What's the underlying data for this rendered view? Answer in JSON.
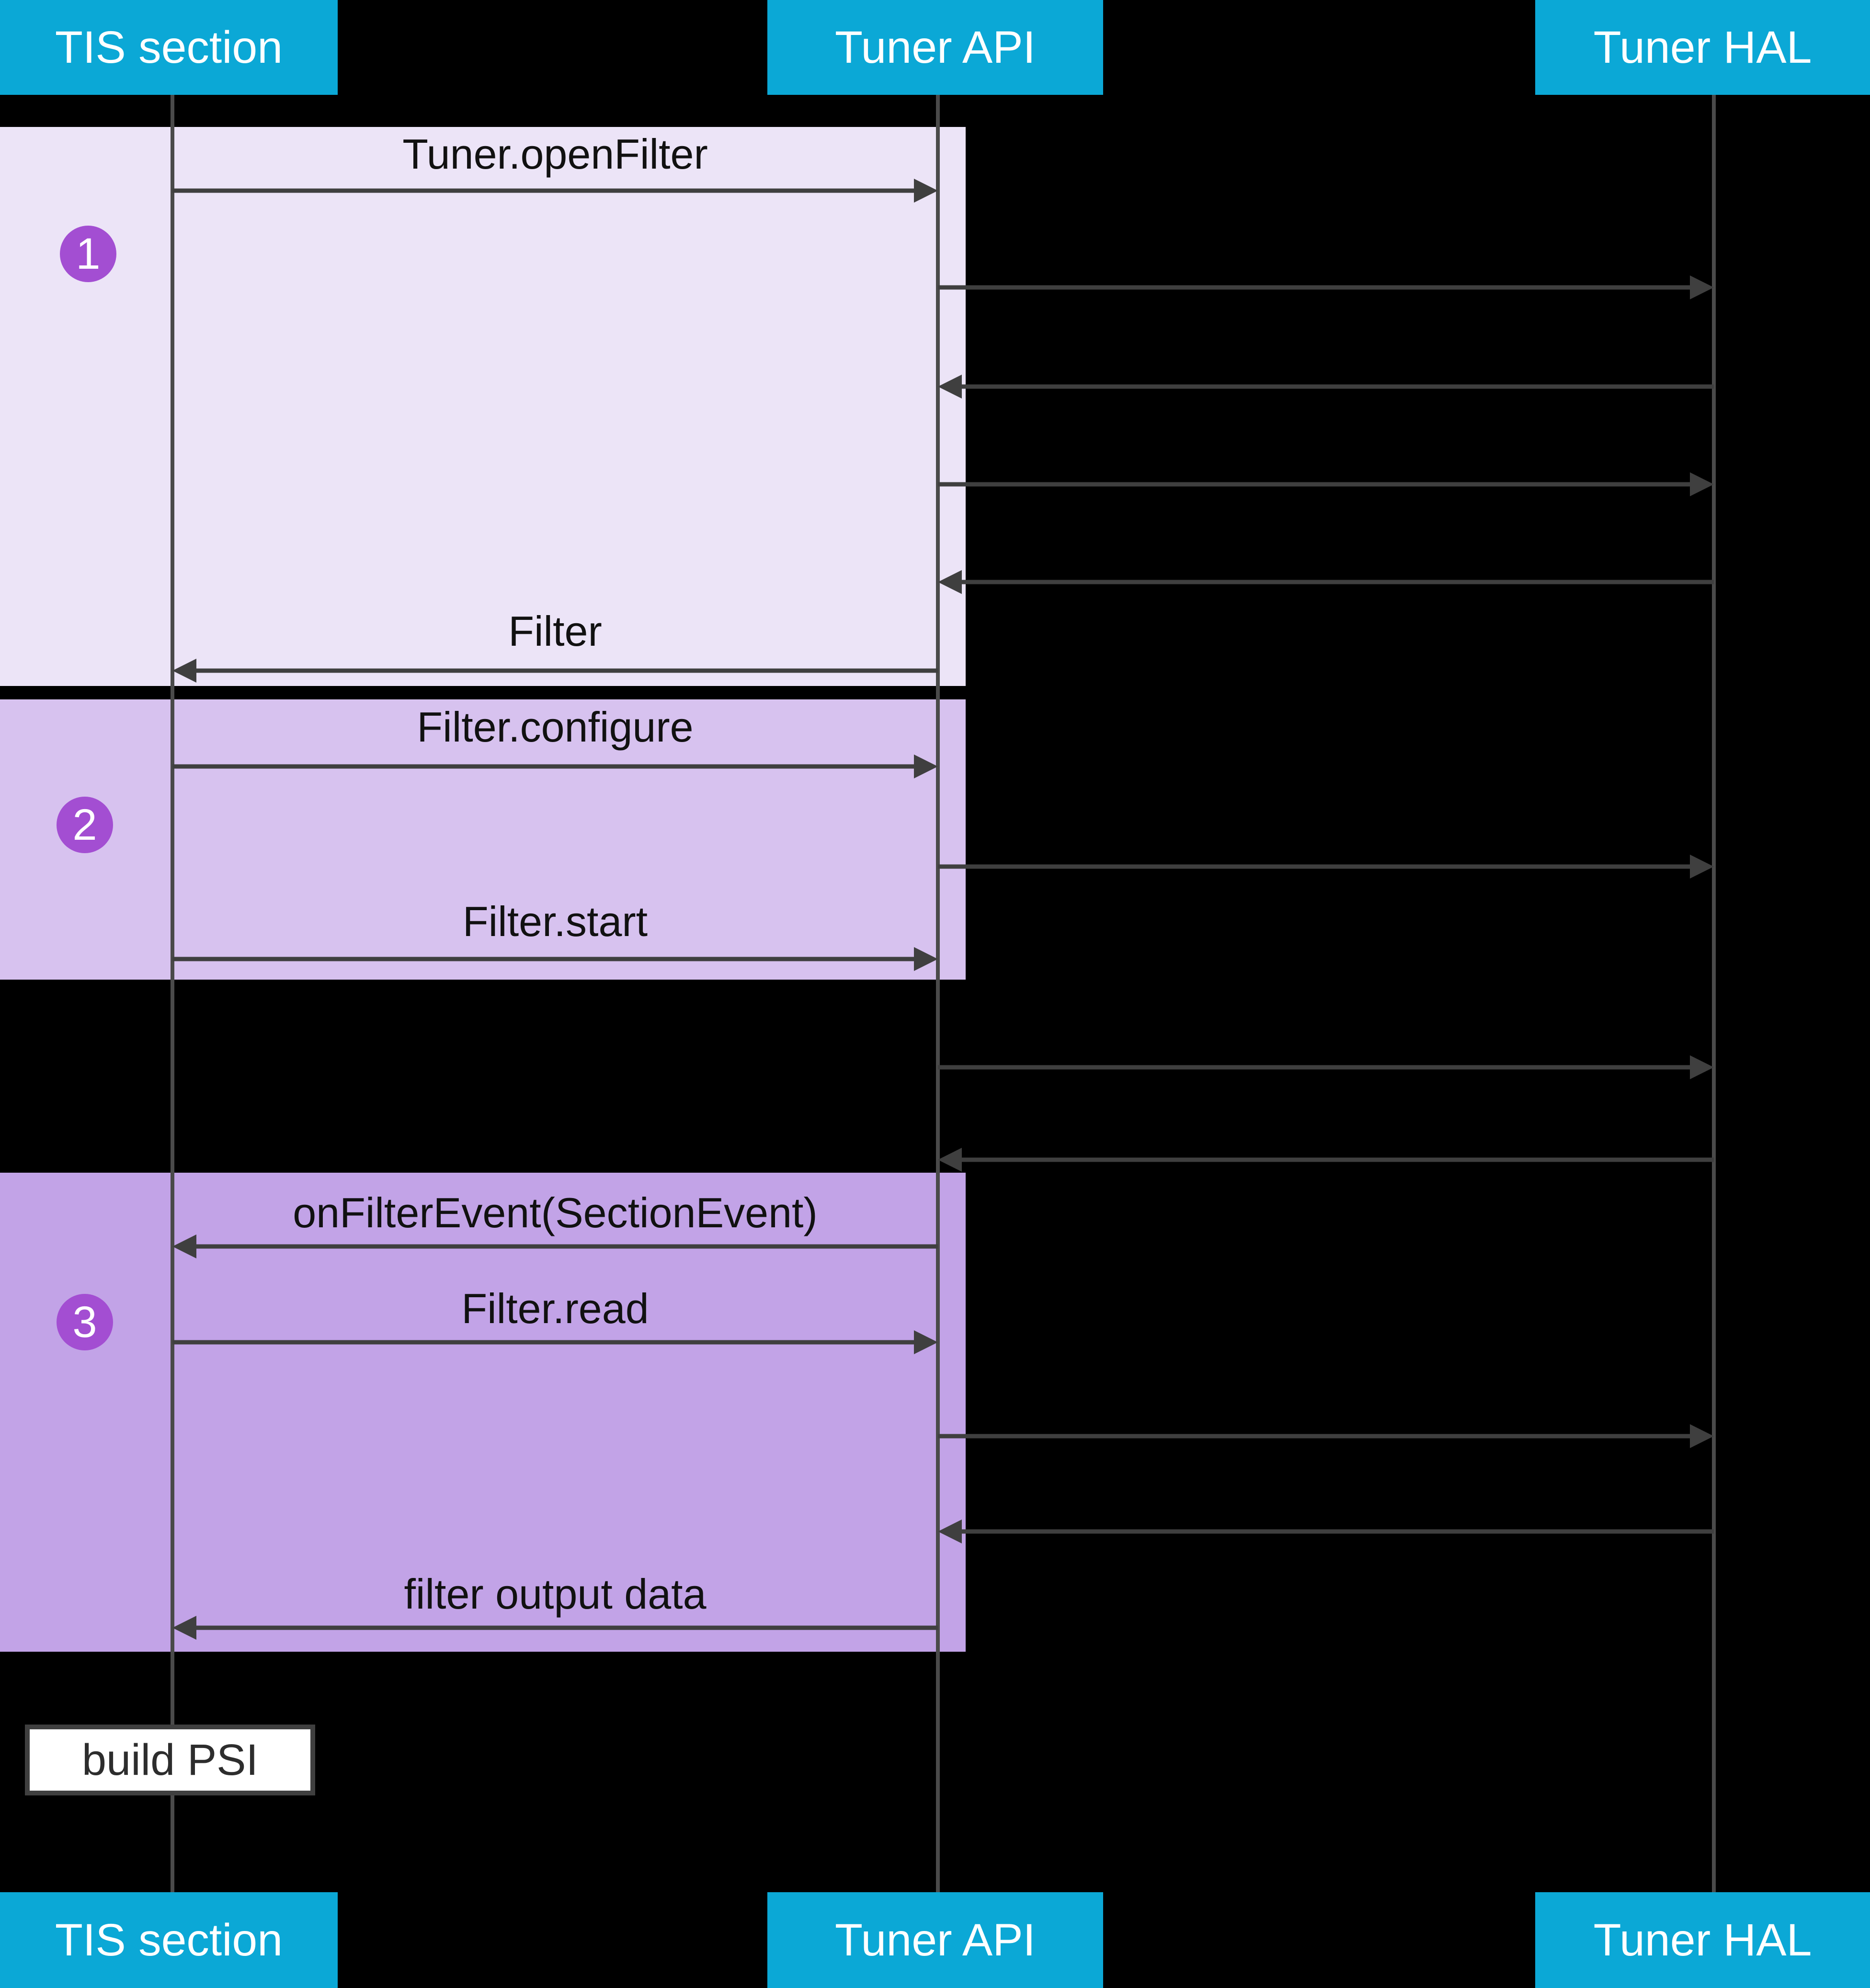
{
  "participants": [
    {
      "label": "TIS section"
    },
    {
      "label": "Tuner API"
    },
    {
      "label": "Tuner HAL"
    }
  ],
  "steps": [
    {
      "number": "1"
    },
    {
      "number": "2"
    },
    {
      "number": "3"
    }
  ],
  "messages": {
    "tuner_openfilter": "Tuner.openFilter",
    "filter_return": "Filter",
    "filter_configure": "Filter.configure",
    "filter_start": "Filter.start",
    "on_filter_event": "onFilterEvent(SectionEvent)",
    "filter_read": "Filter.read",
    "filter_output_data": "filter output data"
  },
  "note": {
    "label": "build PSI"
  },
  "colors": {
    "canvas-bg": "#000000",
    "header-bg": "#0ba8d6",
    "header-text": "#ffffff",
    "group1-bg": "#ece4f7",
    "group2-bg": "#d7c2ef",
    "group3-bg": "#c2a3e7",
    "step-badge-bg": "#a34ed2",
    "step-badge-text": "#ffffff",
    "arrow": "#3f3f3f",
    "lifeline": "#4a4a4a",
    "message-text": "#111111",
    "note-bg": "#ffffff",
    "note-border": "#3f3f3f",
    "note-text": "#2d2d2d"
  }
}
